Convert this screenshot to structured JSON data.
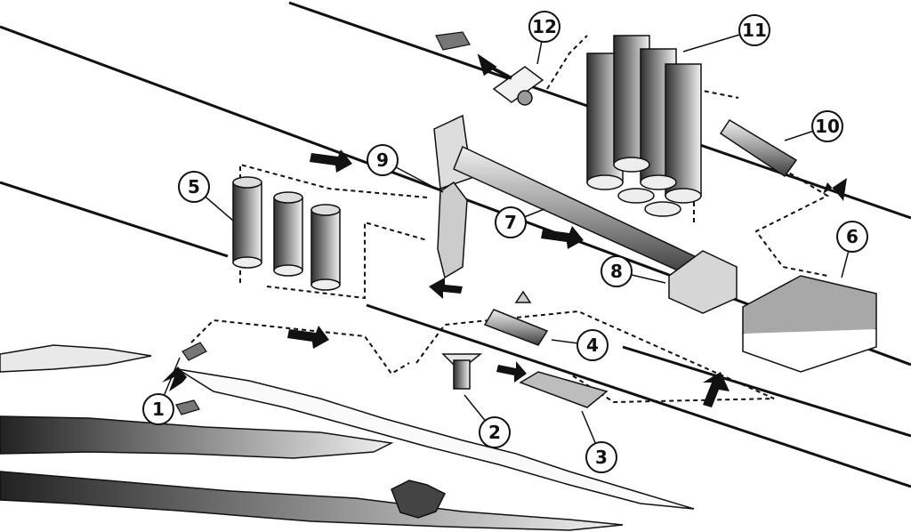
{
  "callouts": [
    {
      "id": "c1",
      "text": "1"
    },
    {
      "id": "c2",
      "text": "2"
    },
    {
      "id": "c3",
      "text": "3"
    },
    {
      "id": "c4",
      "text": "4"
    },
    {
      "id": "c5",
      "text": "5"
    },
    {
      "id": "c6",
      "text": "6"
    },
    {
      "id": "c7",
      "text": "7"
    },
    {
      "id": "c8",
      "text": "8"
    },
    {
      "id": "c9",
      "text": "9"
    },
    {
      "id": "c10",
      "text": "10"
    },
    {
      "id": "c11",
      "text": "11"
    },
    {
      "id": "c12",
      "text": "12"
    }
  ],
  "colors": {
    "ink": "#111111",
    "paper": "#ffffff",
    "metal_dark": "#3a3a3a",
    "metal_light": "#e6e6e6",
    "box_gray": "#b5b5b5"
  },
  "icons": [
    "truck-icon",
    "flow-arrow-icon",
    "silo-icon",
    "rotary-kiln-icon",
    "crusher-icon",
    "stockpile-icon",
    "storage-silo-icon",
    "bulk-truck-icon"
  ]
}
